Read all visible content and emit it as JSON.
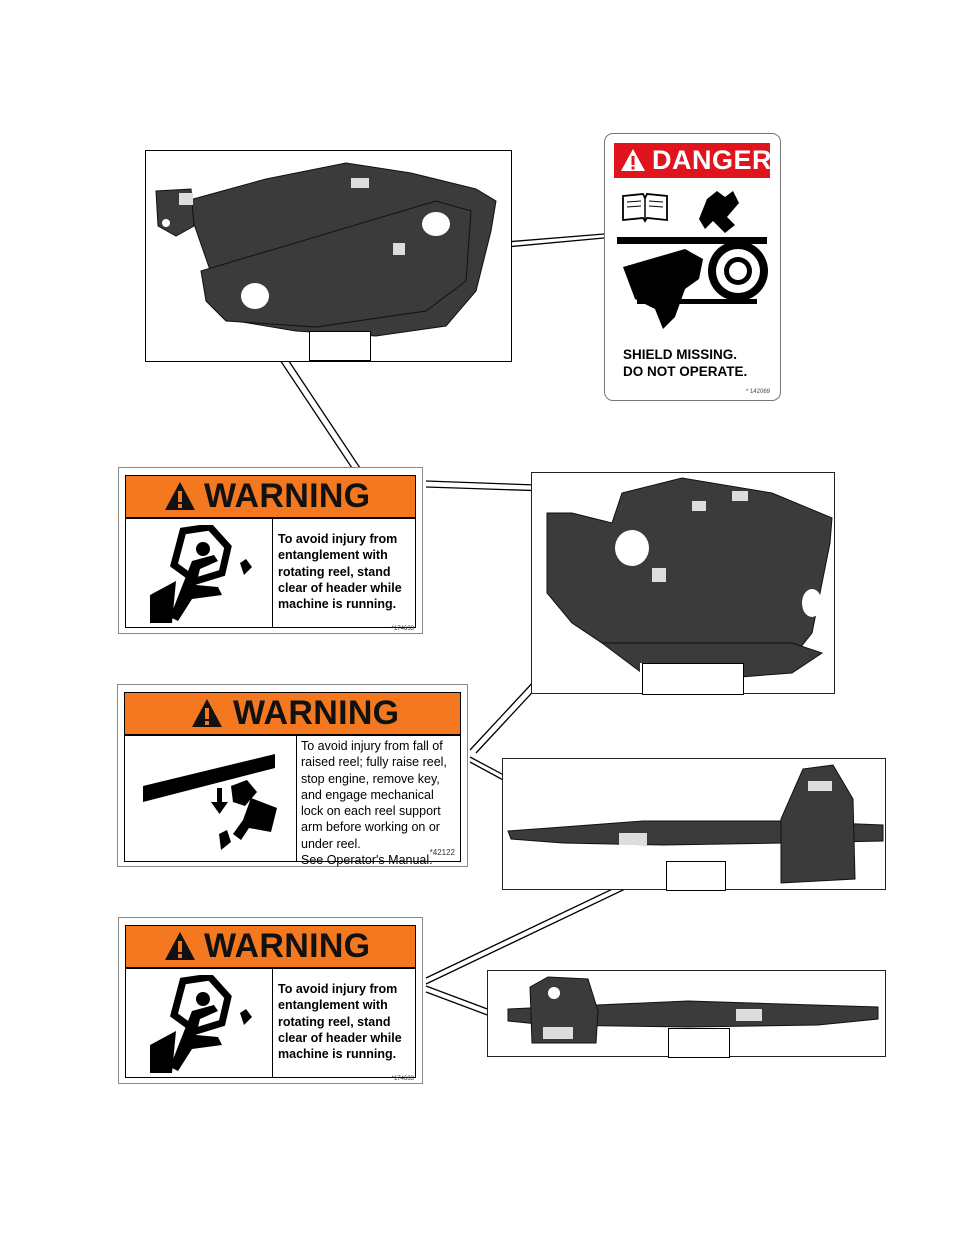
{
  "danger_decal": {
    "signal_word": "DANGER",
    "message": "SHIELD MISSING.\nDO NOT OPERATE.",
    "part_number": "* 142069",
    "icons": [
      "warning-triangle-icon",
      "manual-book-icon",
      "hand-entanglement-icon"
    ],
    "colors": {
      "header": "#e0141c",
      "text": "#ffffff"
    }
  },
  "warning_decals": [
    {
      "signal_word": "WARNING",
      "message": "To avoid injury from\nentanglement with\nrotating reel, stand\nclear of header while\nmachine is running.",
      "part_number": "*174633",
      "icon": "reel-entanglement-icon"
    },
    {
      "signal_word": "WARNING",
      "message": "To avoid injury from fall of\nraised reel; fully raise reel,\nstop engine, remove key,\nand engage mechanical\nlock on each reel support\narm before working on or\nunder reel.\nSee Operator's Manual.",
      "part_number": "*42122",
      "icon": "falling-reel-icon"
    },
    {
      "signal_word": "WARNING",
      "message": "To avoid injury from\nentanglement with\nrotating reel, stand\nclear of header while\nmachine is running.",
      "part_number": "*174633",
      "icon": "reel-entanglement-icon"
    }
  ],
  "colors": {
    "warning_header": "#f47820",
    "frame_metal": "#3a3a3a"
  }
}
